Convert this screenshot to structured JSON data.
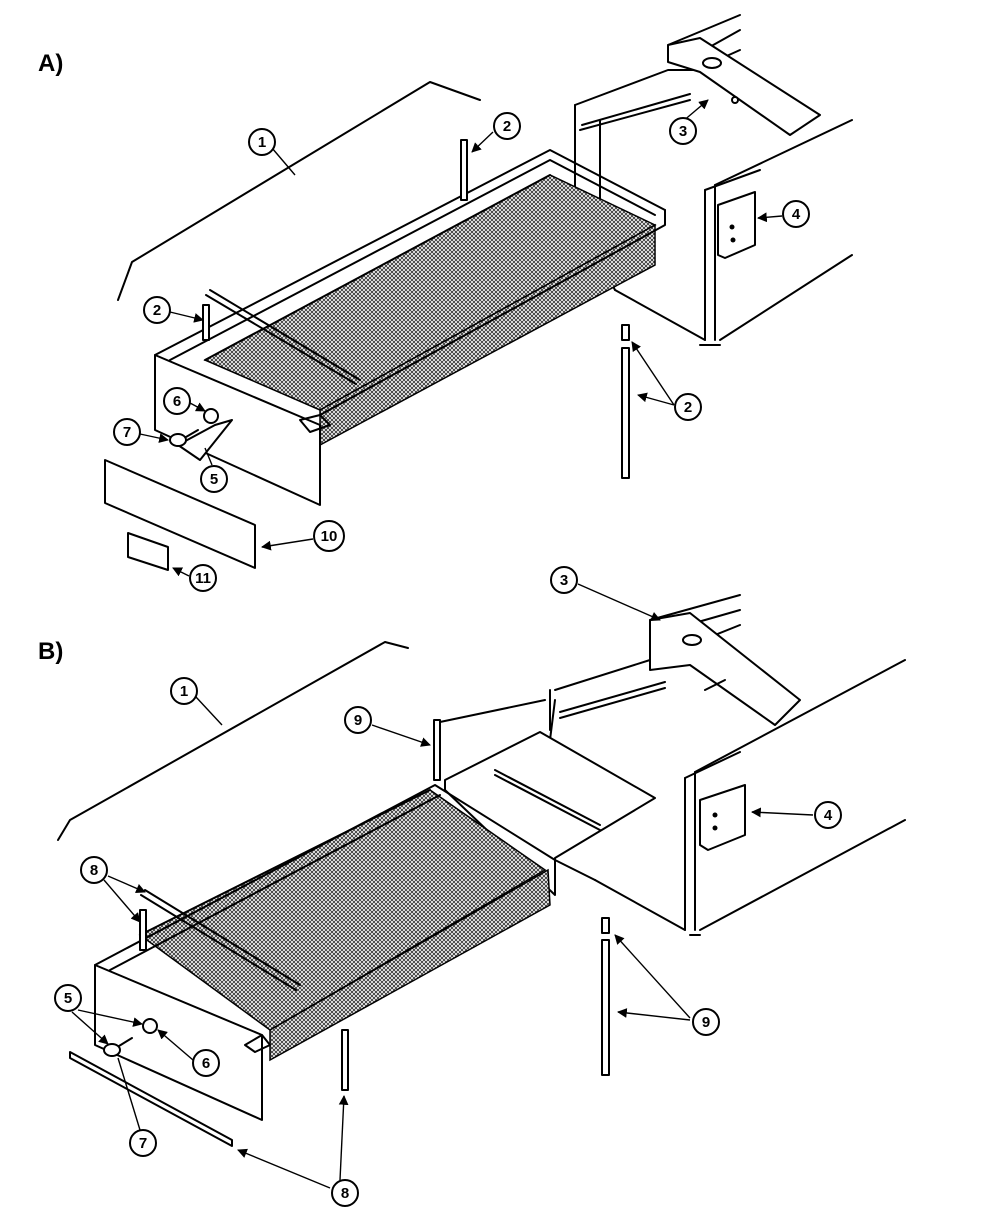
{
  "panels": [
    {
      "label": "A)",
      "callouts": [
        "1",
        "2",
        "2",
        "2",
        "3",
        "4",
        "5",
        "6",
        "7",
        "10",
        "11"
      ]
    },
    {
      "label": "B)",
      "callouts": [
        "1",
        "3",
        "4",
        "5",
        "6",
        "7",
        "8",
        "8",
        "9",
        "9"
      ]
    }
  ],
  "colors": {
    "line": "#000000",
    "background": "#ffffff",
    "mesh": "#333333"
  }
}
